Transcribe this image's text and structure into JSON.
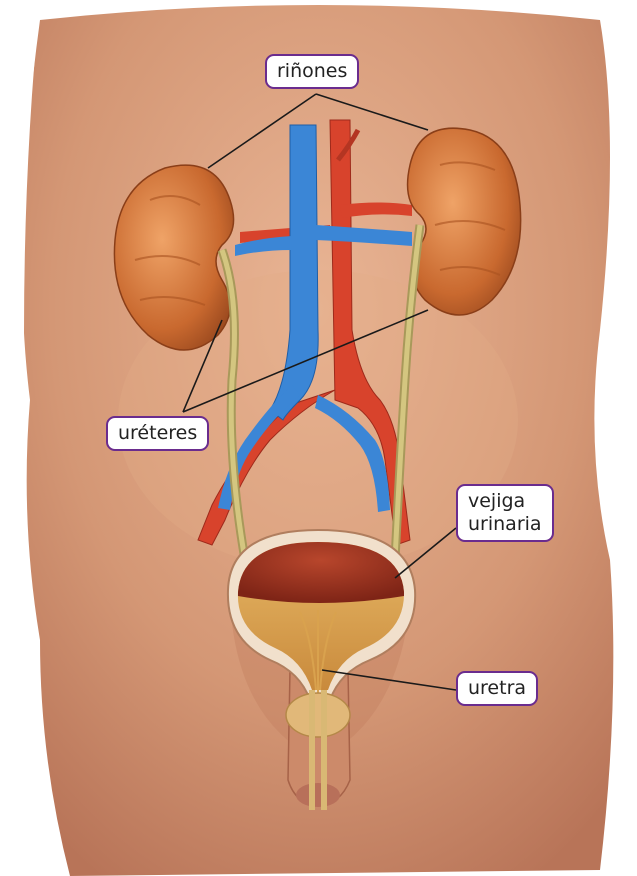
{
  "labels": {
    "kidneys": "riñones",
    "ureters": "uréteres",
    "bladder_line1": "vejiga",
    "bladder_line2": "urinaria",
    "urethra": "uretra"
  },
  "colors": {
    "label_border": "#6a2c8e",
    "skin": "#d59a78",
    "kidney": "#c8692f",
    "vein": "#3b86d6",
    "artery": "#d8432c",
    "ureter": "#c9bb6a"
  }
}
